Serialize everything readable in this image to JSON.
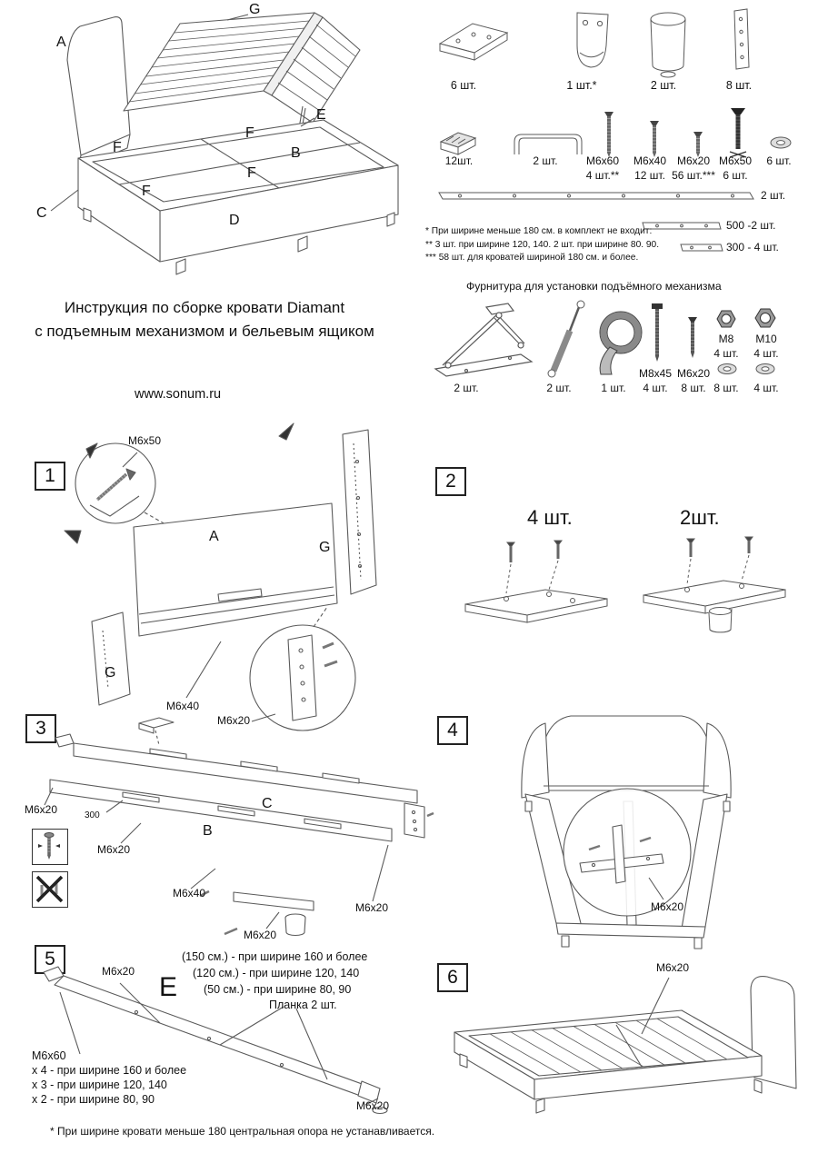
{
  "doc": {
    "title_line1": "Инструкция по сборке кровати Diamant",
    "title_line2": "с подъемным механизмом и бельевым ящиком",
    "website": "www.sonum.ru",
    "footnote": "* При ширине кровати меньше 180 центральная опора не устанавливается."
  },
  "overview": {
    "g": "G",
    "a": "A",
    "e": "E",
    "b": "B",
    "c": "C",
    "d": "D",
    "f1": "F",
    "f2": "F",
    "f3": "F",
    "f4": "F"
  },
  "hardware": {
    "bracket_qty": "6 шт.",
    "curved_bracket_qty": "1 шт.*",
    "leg_qty": "2 шт.",
    "plate_qty": "8 шт.",
    "corner_qty": "12шт.",
    "ubracket_qty": "2 шт.",
    "bolt60_label": "М6х60",
    "bolt60_qty": "4 шт.**",
    "bolt40_label": "М6х40",
    "bolt40_qty": "12 шт.",
    "bolt20_label": "М6х20",
    "bolt20_qty": "56 шт.***",
    "bolt50_label": "М6х50",
    "bolt50_qty": "6 шт.",
    "washer_qty": "6 шт.",
    "rail_long_qty": "2 шт.",
    "rail500_label": "500 -2 шт.",
    "rail300_label": "300 - 4 шт.",
    "note1": "* При ширине меньше 180 см. в комплект не входит:",
    "note2": "** 3 шт. при ширине  120, 140. 2 шт. при ширине 80. 90.",
    "note3": "*** 58 шт. для кроватей шириной 180 см. и более."
  },
  "lift": {
    "title": "Фурнитура для установки подъёмного механизма",
    "mech_qty": "2 шт.",
    "strut_qty": "2 шт.",
    "strap_qty": "1 шт.",
    "bolt845_label": "М8х45",
    "bolt845_qty": "4 шт.",
    "bolt620_label": "М6х20",
    "bolt620_qty": "8 шт.",
    "nut8_label": "М8",
    "nut8_qty": "4 шт.",
    "nut10_label": "М10",
    "nut10_qty": "4 шт.",
    "washer8_qty": "8 шт.",
    "washer10_qty": "4 шт."
  },
  "step1": {
    "num": "1",
    "m6x50": "М6х50",
    "a": "A",
    "g_right": "G",
    "g_left": "G",
    "m6x40": "М6х40",
    "m6x20": "М6х20"
  },
  "step2": {
    "num": "2",
    "qty4": "4 шт.",
    "qty2": "2шт."
  },
  "step3": {
    "num": "3",
    "m6x20_left": "М6х20",
    "r300": "300",
    "m6x20_mid": "М6х20",
    "b": "B",
    "c": "C",
    "m6x40": "М6х40",
    "m6x20_bottom": "М6х20",
    "m6x20_right": "М6х20"
  },
  "step4": {
    "num": "4",
    "m6x20": "М6х20"
  },
  "step5": {
    "num": "5",
    "m6x20_top": "М6х20",
    "e": "E",
    "opt1": "(150 см.) - при ширине 160 и более",
    "opt2": "(120 см.) - при ширине 120, 140",
    "opt3": "(50 см.) - при ширине 80, 90",
    "plank": "Планка 2 шт.",
    "m6x60": "М6х60",
    "m6x60_opt1": "х 4 - при ширине 160 и более",
    "m6x60_opt2": "х 3 - при ширине 120, 140",
    "m6x60_opt3": "х 2 - при ширине 80, 90",
    "m6x20_bottom": "М6х20"
  },
  "step6": {
    "num": "6",
    "m6x20": "М6х20"
  }
}
